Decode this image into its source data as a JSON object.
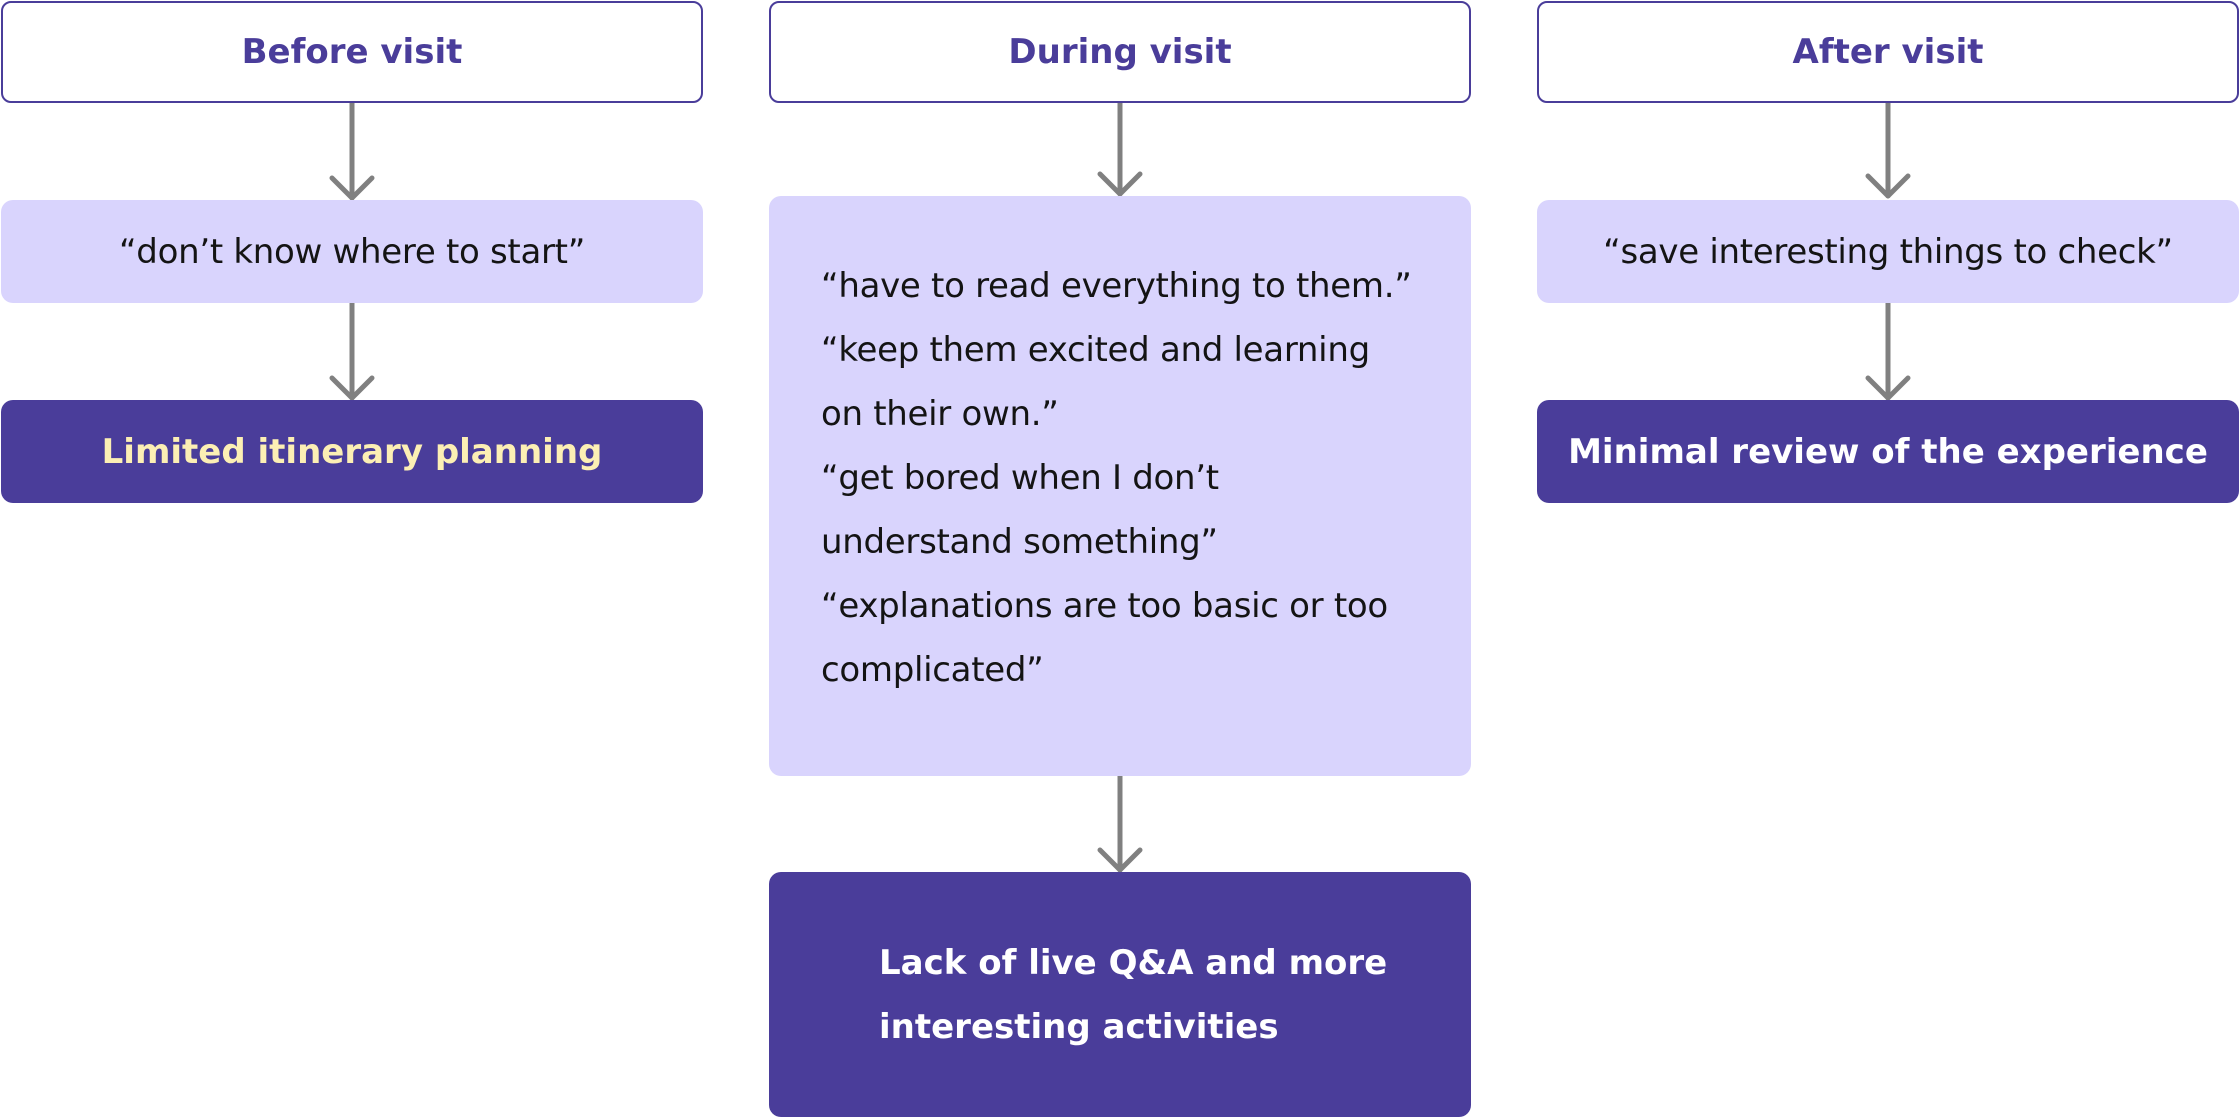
{
  "colors": {
    "header_border": "#4a3d9a",
    "header_text": "#4a3d9a",
    "quote_bg": "#d9d4fd",
    "quote_text": "#141414",
    "outcome_bg": "#4a3d9a",
    "outcome_text": "#ffffff",
    "outcome_highlight_text": "#fcefb4",
    "arrow": "#808080"
  },
  "columns": [
    {
      "header": "Before visit",
      "quote": "“don’t know where to start”",
      "outcome": "Limited itinerary planning"
    },
    {
      "header": "During visit",
      "quote_lines": [
        "“have to read everything to them.”",
        "“keep them excited and learning",
        "on their own.”",
        "“get bored when I don’t",
        "understand something”",
        "“explanations are too basic or too",
        "complicated”"
      ],
      "outcome_lines": [
        "Lack of live Q&A and more",
        "interesting activities"
      ]
    },
    {
      "header": "After visit",
      "quote": "“save interesting things to check”",
      "outcome": "Minimal review of the experience"
    }
  ]
}
